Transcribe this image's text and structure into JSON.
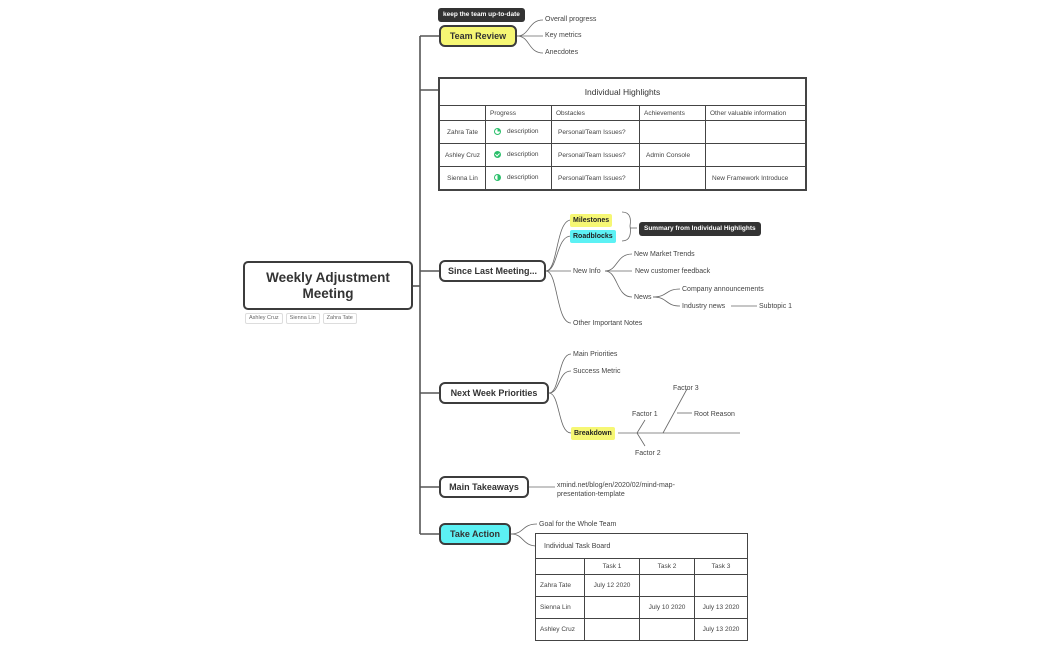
{
  "central": {
    "title": "Weekly Adjustment Meeting",
    "tags": [
      "Ashley Cruz",
      "Sienna Lin",
      "Zahra Tate"
    ]
  },
  "team_review": {
    "label": "Team Review",
    "callout": "keep the team up-to-date",
    "children": [
      "Overall progress",
      "Key metrics",
      "Anecdotes"
    ]
  },
  "highlights": {
    "title": "Individual Highlights",
    "headers": [
      "",
      "Progress",
      "Obstacles",
      "Achievements",
      "Other valuable information"
    ],
    "rows": [
      {
        "name": "Zahra Tate",
        "progress_icon": "progress-quarter-icon",
        "progress": "description",
        "obstacles": "Personal/Team Issues?",
        "achievements": "",
        "other": ""
      },
      {
        "name": "Ashley Cruz",
        "progress_icon": "progress-done-icon",
        "progress": "description",
        "obstacles": "Personal/Team Issues?",
        "achievements": "Admin Console",
        "other": ""
      },
      {
        "name": "Sienna Lin",
        "progress_icon": "progress-half-icon",
        "progress": "description",
        "obstacles": "Personal/Team Issues?",
        "achievements": "",
        "other": "New Framework Introduce"
      }
    ]
  },
  "since_last": {
    "label": "Since Last Meeting...",
    "milestones": "Milestones",
    "roadblocks": "Roadblocks",
    "summary": "Summary from Individual Highlights",
    "new_info": "New Info",
    "market_trends": "New Market Trends",
    "customer_feedback": "New customer feedback",
    "news": "News",
    "company_announcements": "Company announcements",
    "industry_news": "Industry news",
    "subtopic": "Subtopic 1",
    "other_notes": "Other Important Notes"
  },
  "next_week": {
    "label": "Next Week Priorities",
    "main_priorities": "Main Priorities",
    "success_metric": "Success Metric",
    "breakdown": "Breakdown",
    "factor1": "Factor 1",
    "factor2": "Factor 2",
    "factor3": "Factor 3",
    "root_reason": "Root Reason"
  },
  "takeaways": {
    "label": "Main Takeaways",
    "link_line1": "xmind.net/blog/en/2020/02/mind-map-",
    "link_line2": "presentation-template"
  },
  "take_action": {
    "label": "Take Action",
    "goal": "Goal for the Whole Team",
    "board": {
      "title": "Individual Task Board",
      "headers": [
        "",
        "Task 1",
        "Task 2",
        "Task 3"
      ],
      "rows": [
        {
          "name": "Zahra Tate",
          "t1": "July 12 2020",
          "t2": "",
          "t3": ""
        },
        {
          "name": "Sienna Lin",
          "t1": "",
          "t2": "July 10 2020",
          "t3": "July 13 2020"
        },
        {
          "name": "Ashley Cruz",
          "t1": "",
          "t2": "",
          "t3": "July 13 2020"
        }
      ]
    }
  },
  "colors": {
    "line": "#555555",
    "yellow": "#f6f774",
    "cyan": "#5cf1f4",
    "progress": "#2bbf6b",
    "callout": "#333333"
  }
}
